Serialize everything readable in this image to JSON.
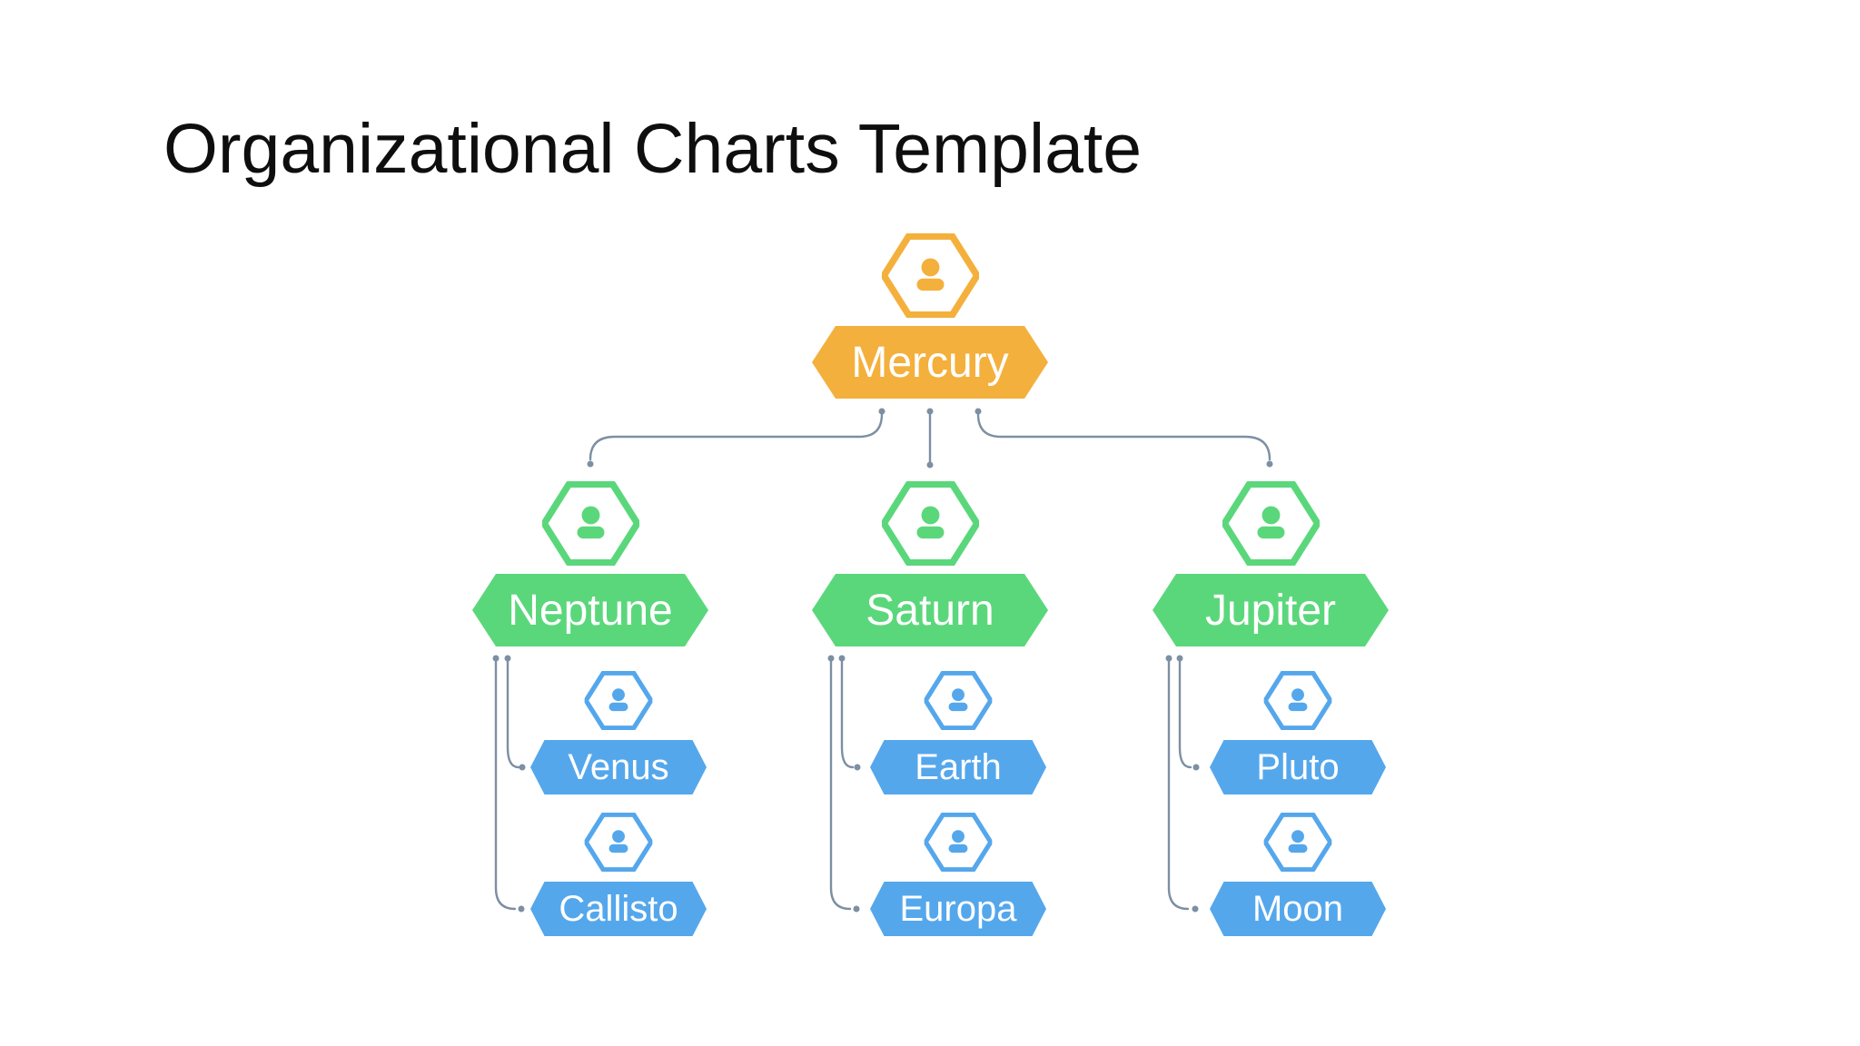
{
  "title": {
    "text": "Organizational Charts Template"
  },
  "palette": {
    "background_color": "#FFFFFF",
    "title_color": "#0E0E0E",
    "root_node_color": "#F4B03C",
    "branch_node_color": "#5BD77B",
    "leaf_node_color": "#55A7EC",
    "connector_color": "#7D8FA2",
    "node_text_color": "#FFFFFF"
  },
  "org_chart": {
    "node_icon": "person-icon",
    "root": {
      "label": "Mercury"
    },
    "branches": [
      {
        "label": "Neptune",
        "children": [
          {
            "label": "Venus"
          },
          {
            "label": "Callisto"
          }
        ]
      },
      {
        "label": "Saturn",
        "children": [
          {
            "label": "Earth"
          },
          {
            "label": "Europa"
          }
        ]
      },
      {
        "label": "Jupiter",
        "children": [
          {
            "label": "Pluto"
          },
          {
            "label": "Moon"
          }
        ]
      }
    ]
  }
}
